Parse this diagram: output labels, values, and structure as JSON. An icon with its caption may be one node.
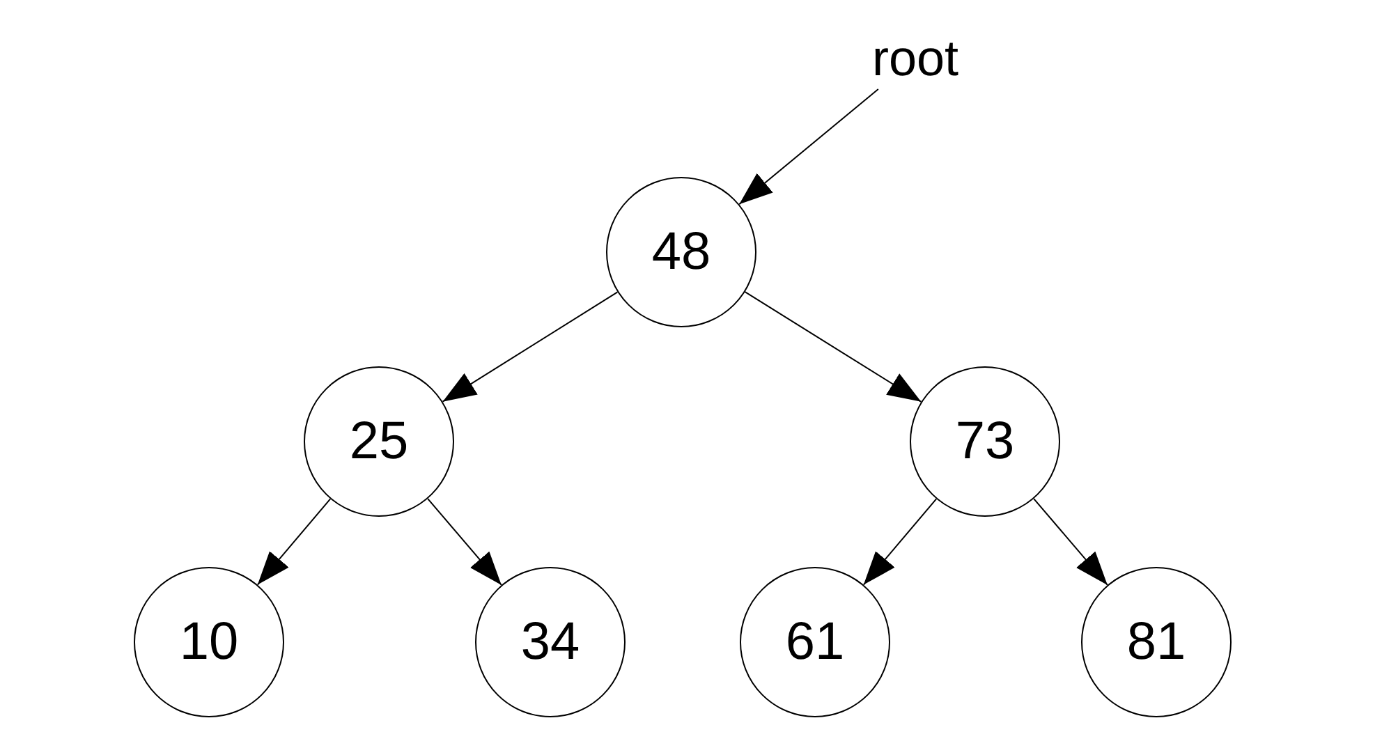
{
  "diagram": {
    "nodes": [
      {
        "text": [
          "root"
        ]
      },
      {
        "text": [
          "48"
        ]
      },
      {
        "text": [
          "25"
        ]
      },
      {
        "text": [
          "73"
        ]
      },
      {
        "text": [
          "10"
        ]
      },
      {
        "text": [
          "34"
        ]
      },
      {
        "text": [
          "61"
        ]
      },
      {
        "text": [
          "81"
        ]
      }
    ],
    "edges": [
      {
        "from": 0,
        "to": 1,
        "arrow": "to"
      },
      {
        "from": 1,
        "to": 2,
        "arrow": "to"
      },
      {
        "from": 1,
        "to": 3,
        "arrow": "to"
      },
      {
        "from": 2,
        "to": 4,
        "arrow": "to"
      },
      {
        "from": 2,
        "to": 5,
        "arrow": "to"
      },
      {
        "from": 3,
        "to": 6,
        "arrow": "to"
      },
      {
        "from": 3,
        "to": 7,
        "arrow": "to"
      }
    ]
  }
}
